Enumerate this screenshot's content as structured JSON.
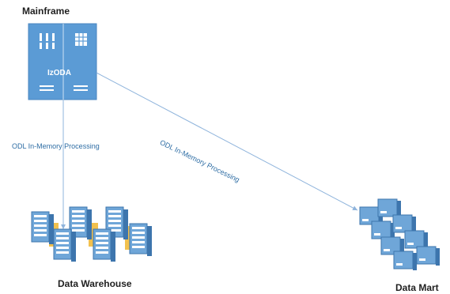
{
  "nodes": {
    "mainframe": {
      "title": "Mainframe",
      "inner_label": "IzODA"
    },
    "data_warehouse": {
      "title": "Data Warehouse"
    },
    "data_mart": {
      "title": "Data Mart"
    }
  },
  "edges": [
    {
      "from": "Mainframe",
      "to": "Data Warehouse",
      "label": "ODL In-Memory Processing"
    },
    {
      "from": "Mainframe",
      "to": "Data Mart",
      "label": "ODL In-Memory Processing"
    }
  ],
  "colors": {
    "mainframe_fill": "#5b9bd5",
    "edge_line": "#8fb4dc",
    "edge_text": "#2e6da4",
    "server_fill": "#6fa6d8",
    "server_side": "#3d75ad"
  }
}
